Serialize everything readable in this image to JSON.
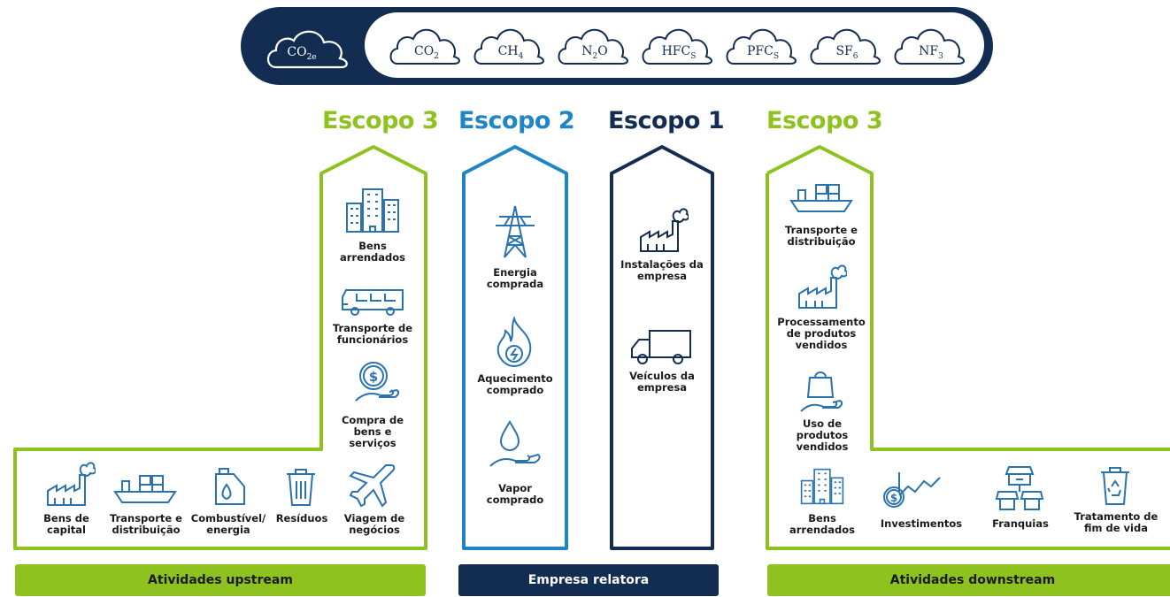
{
  "colors": {
    "navy": "#132d52",
    "blue": "#1f86c6",
    "green": "#8dc21f",
    "icon_blue": "#2a73b0"
  },
  "gases": {
    "total": {
      "main": "CO",
      "sub": "2e"
    },
    "items": [
      {
        "main": "CO",
        "sub": "2",
        "tail": ""
      },
      {
        "main": "CH",
        "sub": "4",
        "tail": ""
      },
      {
        "main": "N",
        "sub": "2",
        "tail": "O"
      },
      {
        "main": "HFC",
        "sub": "S",
        "tail": ""
      },
      {
        "main": "PFC",
        "sub": "S",
        "tail": ""
      },
      {
        "main": "SF",
        "sub": "6",
        "tail": ""
      },
      {
        "main": "NF",
        "sub": "3",
        "tail": ""
      }
    ]
  },
  "headings": {
    "scope3_upstream": "Escopo 3",
    "scope2": "Escopo 2",
    "scope1": "Escopo 1",
    "scope3_downstream": "Escopo 3"
  },
  "upstream": {
    "vertical": [
      {
        "icon": "buildings-icon",
        "label": "Bens arrendados"
      },
      {
        "icon": "bus-icon",
        "label": "Transporte de funcionários"
      },
      {
        "icon": "coin-hand-icon",
        "label": "Compra de bens e serviços"
      }
    ],
    "horizontal": [
      {
        "icon": "factory-icon",
        "label": "Bens de capital"
      },
      {
        "icon": "ship-icon",
        "label": "Transporte e distribuição"
      },
      {
        "icon": "fuel-can-icon",
        "label": "Combustível/ energia"
      },
      {
        "icon": "trash-icon",
        "label": "Resíduos"
      },
      {
        "icon": "airplane-icon",
        "label": "Viagem de negócios"
      }
    ]
  },
  "scope2_items": [
    {
      "icon": "power-tower-icon",
      "label": "Energia comprada"
    },
    {
      "icon": "flame-icon",
      "label": "Aquecimento comprado"
    },
    {
      "icon": "water-hand-icon",
      "label": "Vapor comprado"
    }
  ],
  "scope1_items": [
    {
      "icon": "factory-icon",
      "label": "Instalações da empresa"
    },
    {
      "icon": "truck-icon",
      "label": "Veículos da empresa"
    }
  ],
  "downstream": {
    "vertical": [
      {
        "icon": "ship-icon",
        "label": "Transporte e distribuição"
      },
      {
        "icon": "factory-icon",
        "label": "Processamento de produtos vendidos"
      },
      {
        "icon": "bag-hand-icon",
        "label": "Uso de produtos vendidos"
      }
    ],
    "horizontal": [
      {
        "icon": "buildings-icon",
        "label": "Bens arrendados"
      },
      {
        "icon": "investment-icon",
        "label": "Investimentos"
      },
      {
        "icon": "stores-icon",
        "label": "Franquias"
      },
      {
        "icon": "recycle-bin-icon",
        "label": "Tratamento de fim de vida"
      }
    ]
  },
  "bars": {
    "upstream": "Atividades upstream",
    "reporting": "Empresa relatora",
    "downstream": "Atividades downstream"
  }
}
